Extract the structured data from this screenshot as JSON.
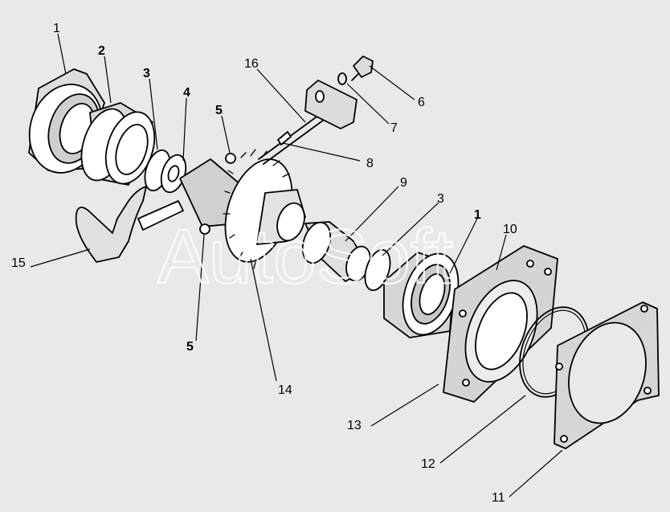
{
  "watermark": "AutoSoft",
  "callouts": [
    {
      "id": "c1a",
      "text": "1"
    },
    {
      "id": "c2",
      "text": "2"
    },
    {
      "id": "c3a",
      "text": "3"
    },
    {
      "id": "c4",
      "text": "4"
    },
    {
      "id": "c5a",
      "text": "5"
    },
    {
      "id": "c16",
      "text": "16"
    },
    {
      "id": "c6",
      "text": "6"
    },
    {
      "id": "c7",
      "text": "7"
    },
    {
      "id": "c8",
      "text": "8"
    },
    {
      "id": "c9",
      "text": "9"
    },
    {
      "id": "c3b",
      "text": "3"
    },
    {
      "id": "c1b",
      "text": "1"
    },
    {
      "id": "c10",
      "text": "10"
    },
    {
      "id": "c15",
      "text": "15"
    },
    {
      "id": "c5b",
      "text": "5"
    },
    {
      "id": "c14",
      "text": "14"
    },
    {
      "id": "c13",
      "text": "13"
    },
    {
      "id": "c12",
      "text": "12"
    },
    {
      "id": "c11",
      "text": "11"
    }
  ]
}
